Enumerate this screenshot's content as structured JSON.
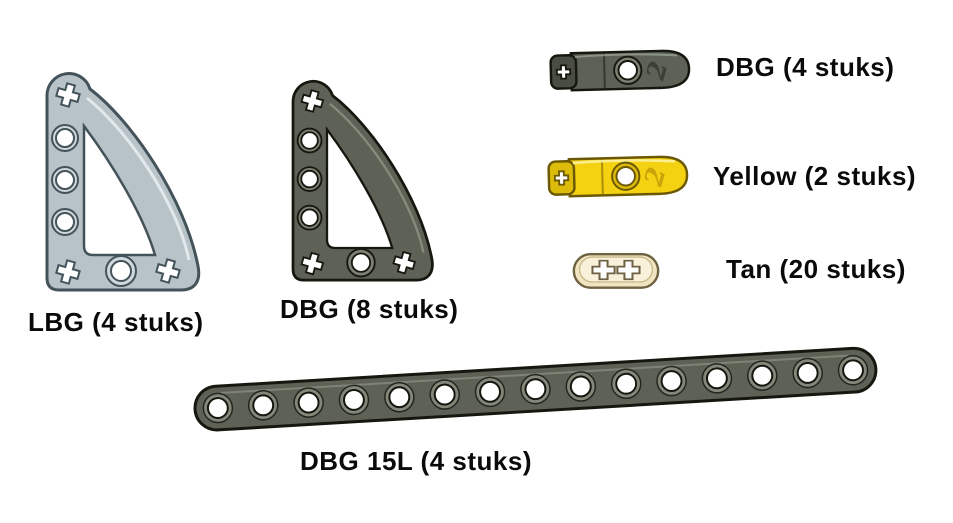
{
  "colors": {
    "background": "#ffffff",
    "lbg": "#b8c3c8",
    "lbg_outline": "#44525a",
    "dbg": "#5d6156",
    "dbg_outline": "#16180f",
    "yellow": "#f4d211",
    "yellow_outline": "#6b5804",
    "tan": "#f0e5c2",
    "tan_outline": "#6f6242"
  },
  "parts": {
    "panel_lbg": {
      "label": "LBG (4 stuks)"
    },
    "panel_dbg": {
      "label": "DBG (8 stuks)"
    },
    "connector_dbg": {
      "label": "DBG (4 stuks)",
      "marking": "2"
    },
    "connector_yellow": {
      "label": "Yellow (2 stuks)",
      "marking": "2"
    },
    "block_tan": {
      "label": "Tan (20 stuks)"
    },
    "beam_15l": {
      "label": "DBG 15L (4 stuks)",
      "holes": 15
    }
  }
}
